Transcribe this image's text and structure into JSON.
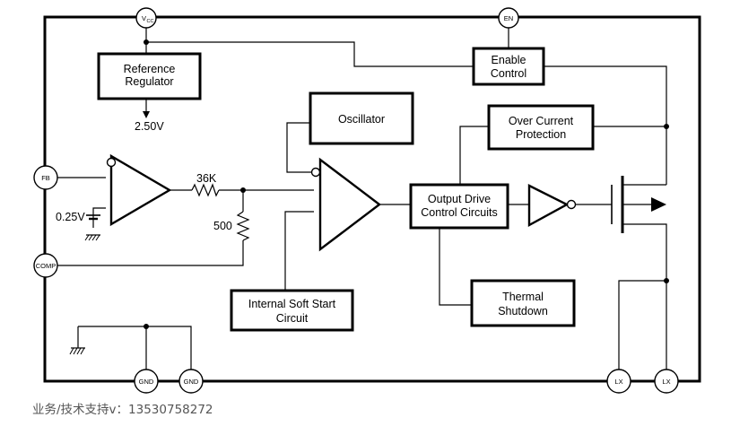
{
  "pins": {
    "vcc": "V",
    "vcc_sub": "CC",
    "en": "EN",
    "fb": "FB",
    "comp": "COMP",
    "gnd1": "GND",
    "gnd2": "GND",
    "lx1": "LX",
    "lx2": "LX"
  },
  "blocks": {
    "reference_regulator": [
      "Reference",
      "Regulator"
    ],
    "enable_control": [
      "Enable",
      "Control"
    ],
    "oscillator": [
      "Oscillator"
    ],
    "over_current_protection": [
      "Over Current",
      "Protection"
    ],
    "output_drive": [
      "Output Drive",
      "Control Circuits"
    ],
    "thermal_shutdown": [
      "Thermal",
      "Shutdown"
    ],
    "soft_start": [
      "Internal Soft Start",
      "Circuit"
    ]
  },
  "values": {
    "ref_voltage": "2.50V",
    "fb_reference": "0.25V",
    "r1": "36K",
    "r2": "500"
  },
  "footer": "业务/技术支持v：13530758272"
}
